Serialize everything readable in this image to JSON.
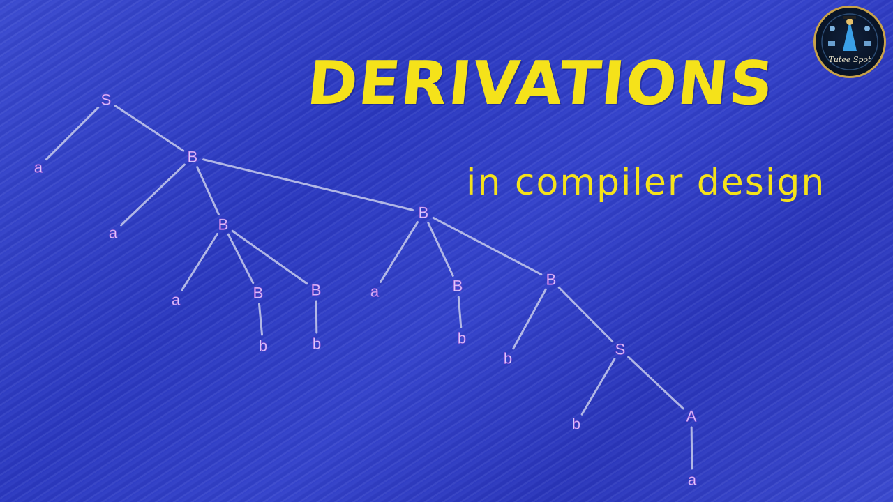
{
  "title": "Derivations",
  "subtitle": "in compiler design",
  "logo": {
    "text": "Tutee Spot"
  },
  "tree": {
    "nodes": [
      {
        "id": "S1",
        "label": "S"
      },
      {
        "id": "a1",
        "label": "a"
      },
      {
        "id": "B1",
        "label": "B"
      },
      {
        "id": "a2",
        "label": "a"
      },
      {
        "id": "B2",
        "label": "B"
      },
      {
        "id": "B3",
        "label": "B"
      },
      {
        "id": "a3",
        "label": "a"
      },
      {
        "id": "B4",
        "label": "B"
      },
      {
        "id": "B5",
        "label": "B"
      },
      {
        "id": "b1",
        "label": "b"
      },
      {
        "id": "b2",
        "label": "b"
      },
      {
        "id": "a4",
        "label": "a"
      },
      {
        "id": "B6",
        "label": "B"
      },
      {
        "id": "B7",
        "label": "B"
      },
      {
        "id": "b3",
        "label": "b"
      },
      {
        "id": "b4",
        "label": "b"
      },
      {
        "id": "S2",
        "label": "S"
      },
      {
        "id": "b5",
        "label": "b"
      },
      {
        "id": "A1",
        "label": "A"
      },
      {
        "id": "a5",
        "label": "a"
      }
    ],
    "edges": [
      [
        "S1",
        "a1"
      ],
      [
        "S1",
        "B1"
      ],
      [
        "B1",
        "a2"
      ],
      [
        "B1",
        "B2"
      ],
      [
        "B1",
        "B3"
      ],
      [
        "B2",
        "a3"
      ],
      [
        "B2",
        "B4"
      ],
      [
        "B2",
        "B5"
      ],
      [
        "B4",
        "b1"
      ],
      [
        "B5",
        "b2"
      ],
      [
        "B3",
        "a4"
      ],
      [
        "B3",
        "B6"
      ],
      [
        "B3",
        "B7"
      ],
      [
        "B6",
        "b3"
      ],
      [
        "B7",
        "b4"
      ],
      [
        "B7",
        "S2"
      ],
      [
        "S2",
        "b5"
      ],
      [
        "S2",
        "A1"
      ],
      [
        "A1",
        "a5"
      ]
    ]
  },
  "colors": {
    "title": "#f5e21a",
    "node_text": "#d9c9ff",
    "edge": "#c8ccec",
    "background": "#2f3fc8"
  }
}
